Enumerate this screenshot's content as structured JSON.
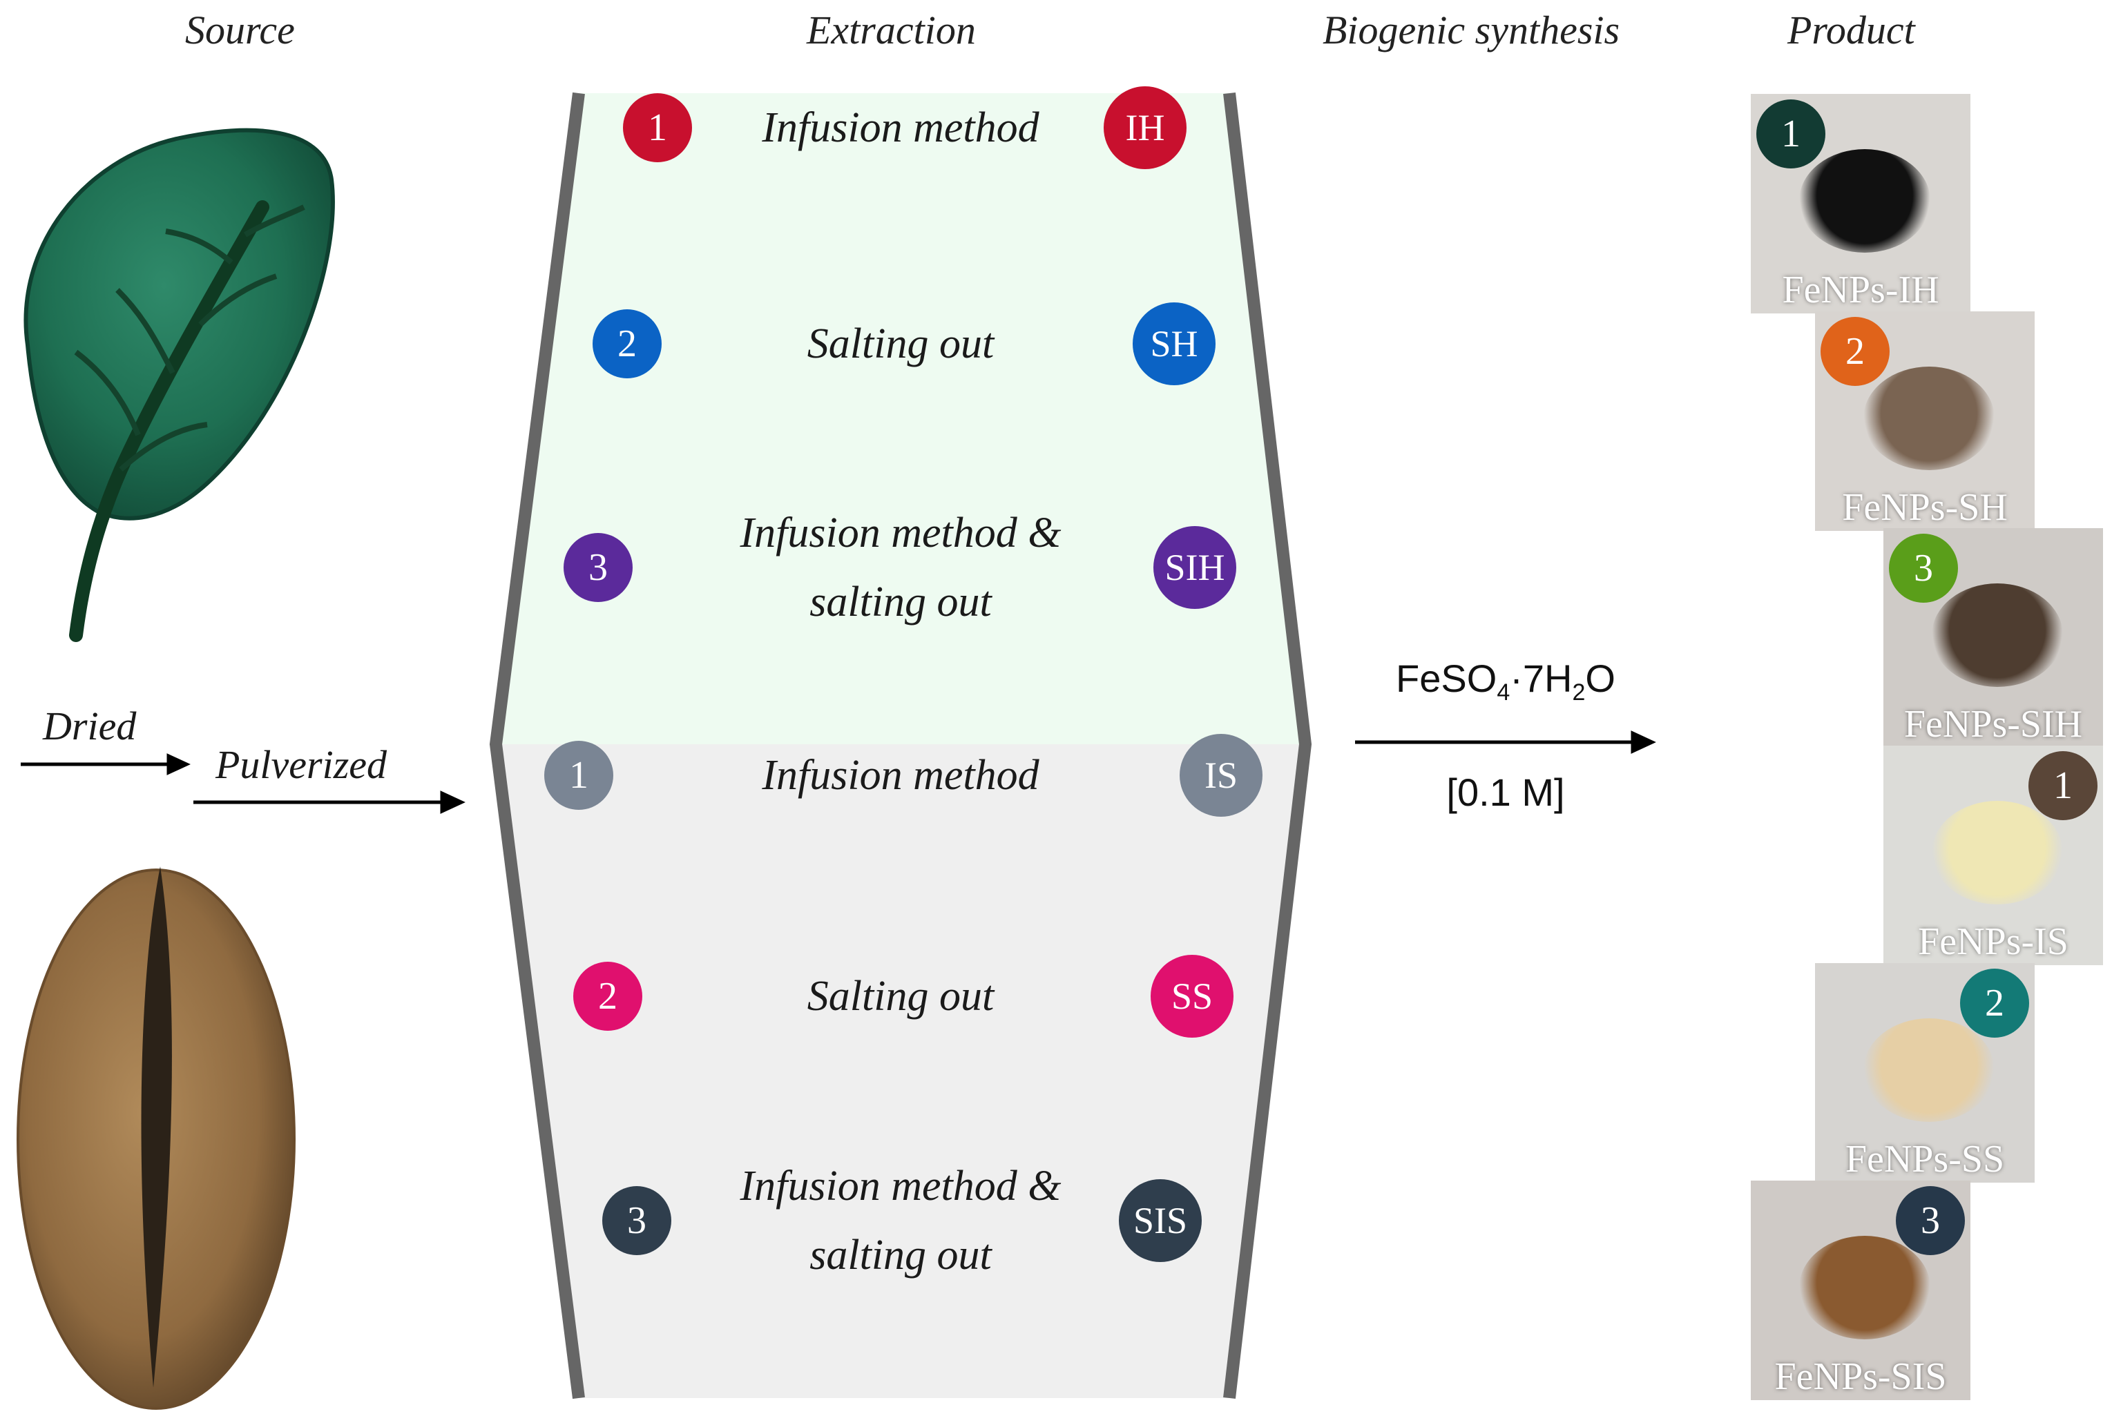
{
  "headers": {
    "source": "Source",
    "extraction": "Extraction",
    "synthesis": "Biogenic synthesis",
    "product": "Product"
  },
  "steps": {
    "dried": "Dried",
    "pulverized": "Pulverized"
  },
  "sources": {
    "leaf_icon": "leaf-icon",
    "bean_icon": "coffee-bean-icon"
  },
  "extraction_leaf": [
    {
      "num": "1",
      "label": "Infusion method",
      "label2": "",
      "code": "IH",
      "color": "#c8102e"
    },
    {
      "num": "2",
      "label": "Salting out",
      "label2": "",
      "code": "SH",
      "color": "#0b63c5"
    },
    {
      "num": "3",
      "label": "Infusion method &",
      "label2": "salting out",
      "code": "SIH",
      "color": "#5b2a9b"
    }
  ],
  "extraction_bean": [
    {
      "num": "1",
      "label": "Infusion method",
      "label2": "",
      "code": "IS",
      "color": "#7a8594"
    },
    {
      "num": "2",
      "label": "Salting out",
      "label2": "",
      "code": "SS",
      "color": "#e0106e"
    },
    {
      "num": "3",
      "label": "Infusion method &",
      "label2": "salting out",
      "code": "SIS",
      "color": "#2f3e4d"
    }
  ],
  "reaction": {
    "reagent_base": "FeSO",
    "reagent_sub1": "4",
    "reagent_mid": "·7H",
    "reagent_sub2": "2",
    "reagent_end": "O",
    "concentration": "[0.1 M]"
  },
  "products": [
    {
      "num": "1",
      "label": "FeNPs-IH",
      "badge_color": "#123b33",
      "bg": "#d9d6d2",
      "pile": "#111111"
    },
    {
      "num": "2",
      "label": "FeNPs-SH",
      "badge_color": "#e0631a",
      "bg": "#d8d4d0",
      "pile": "#7a6452"
    },
    {
      "num": "3",
      "label": "FeNPs-SIH",
      "badge_color": "#5a9e1a",
      "bg": "#cfcbc7",
      "pile": "#4e3d30"
    },
    {
      "num": "1",
      "label": "FeNPs-IS",
      "badge_color": "#5a4638",
      "bg": "#dcdcd8",
      "pile": "#efe7b4"
    },
    {
      "num": "2",
      "label": "FeNPs-SS",
      "badge_color": "#137a76",
      "bg": "#d6d4d1",
      "pile": "#e6cfa5"
    },
    {
      "num": "3",
      "label": "FeNPs-SIS",
      "badge_color": "#26384a",
      "bg": "#cfcac6",
      "pile": "#8a5a30"
    }
  ]
}
